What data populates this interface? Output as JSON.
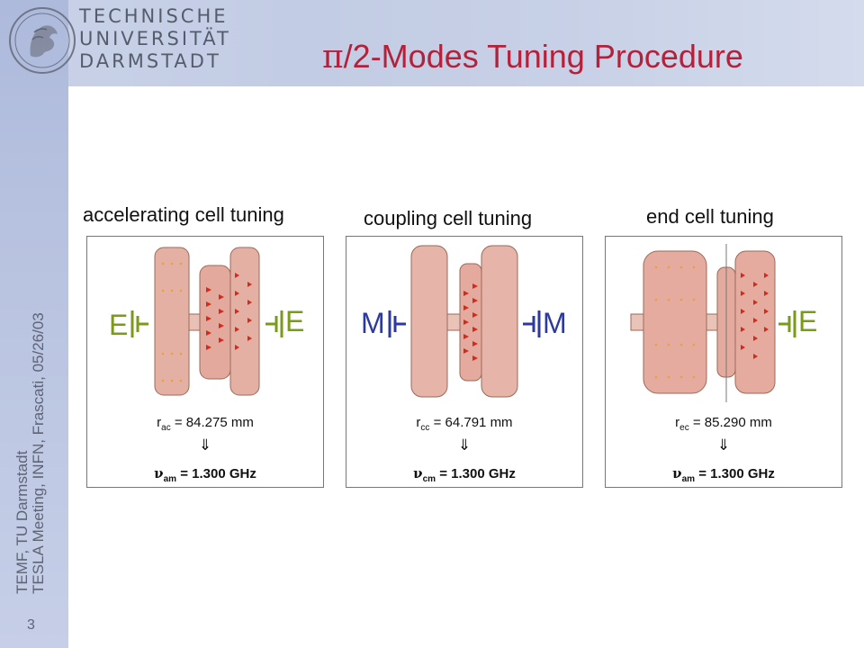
{
  "header": {
    "university_lines": [
      "TECHNISCHE",
      "UNIVERSITÄT",
      "DARMSTADT"
    ],
    "title_symbol": "π",
    "title_text": "/2-Modes Tuning Procedure"
  },
  "footer": {
    "line1": "TEMF, TU Darmstadt",
    "line2": "TESLA Meeting, INFN, Frascati, 05/26/03",
    "page_number": "3"
  },
  "panels": [
    {
      "title": "accelerating cell tuning",
      "left_marker": "E",
      "right_marker": "E",
      "radius_symbol": "r",
      "radius_sub": "ac",
      "radius_value": " = 84.275 mm",
      "arrow": "⇓",
      "freq_symbol": "ν",
      "freq_sub": "am",
      "freq_value": " = 1.300 GHz"
    },
    {
      "title": "coupling cell tuning",
      "left_marker": "M",
      "right_marker": "M",
      "radius_symbol": "r",
      "radius_sub": "cc",
      "radius_value": " = 64.791 mm",
      "arrow": "⇓",
      "freq_symbol": "ν",
      "freq_sub": "cm",
      "freq_value": " = 1.300 GHz"
    },
    {
      "title": "end cell tuning",
      "left_marker": "",
      "right_marker": "E",
      "radius_symbol": "r",
      "radius_sub": "ec",
      "radius_value": " = 85.290 mm",
      "arrow": "⇓",
      "freq_symbol": "ν",
      "freq_sub": "am",
      "freq_value": " = 1.300 GHz"
    }
  ],
  "colors": {
    "title": "#b3213a",
    "e_marker": "#7a9a1a",
    "m_marker": "#2c3aa0",
    "cavity": "#e3a59a"
  }
}
